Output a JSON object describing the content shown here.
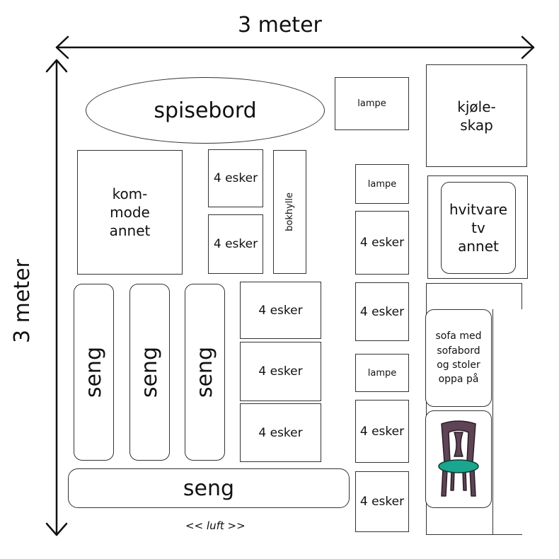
{
  "dimensions": {
    "width_label": "3 meter",
    "height_label": "3 meter"
  },
  "furniture": {
    "dining_table": "spisebord",
    "dresser": [
      "kom-",
      "mode",
      "annet"
    ],
    "shelf": "bokhylle",
    "box": "4 esker",
    "lamp": "lampe",
    "fridge": [
      "kjøle-",
      "skap"
    ],
    "appliances": [
      "hvitvare",
      "tv",
      "annet"
    ],
    "sofa": [
      "sofa med",
      "sofabord",
      "og stoler",
      "oppa på"
    ],
    "bed": "seng"
  },
  "note": "<< luft >>",
  "colors": {
    "stroke": "#333333",
    "seat": "#1aa58e",
    "chair_wood": "#5e4455"
  }
}
